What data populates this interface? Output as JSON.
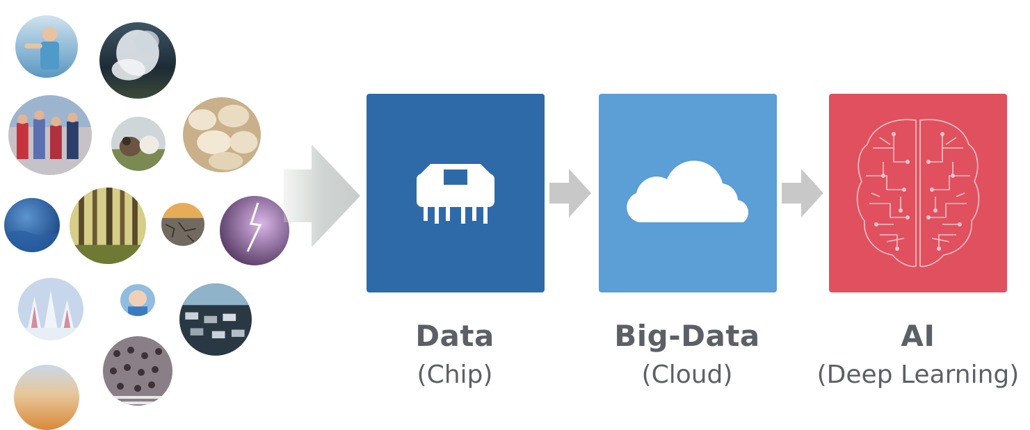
{
  "photos": [
    {
      "name": "fitness-woman-photo",
      "c1": "#b9d4e6",
      "c2": "#5b97c2"
    },
    {
      "name": "geyser-steam-photo",
      "c1": "#d9dee3",
      "c2": "#2d3a45"
    },
    {
      "name": "running-children-photo",
      "c1": "#c9b4b0",
      "c2": "#b0303d"
    },
    {
      "name": "cows-photo",
      "c1": "#d8d2c4",
      "c2": "#6a5a44"
    },
    {
      "name": "sheep-flock-photo",
      "c1": "#ecdcc2",
      "c2": "#b69a72"
    },
    {
      "name": "ocean-wave-photo",
      "c1": "#4f86c4",
      "c2": "#0f3a78"
    },
    {
      "name": "forest-photo",
      "c1": "#c8c07a",
      "c2": "#4f5a2a"
    },
    {
      "name": "cracked-earth-photo",
      "c1": "#e0b065",
      "c2": "#5f5a52"
    },
    {
      "name": "lightning-storm-photo",
      "c1": "#c9a8d8",
      "c2": "#4a2a5a"
    },
    {
      "name": "snowy-trees-photo",
      "c1": "#dbe6f2",
      "c2": "#9eb3cf"
    },
    {
      "name": "baby-photo",
      "c1": "#f0d4c0",
      "c2": "#6fa0c8"
    },
    {
      "name": "traffic-jam-photo",
      "c1": "#8fb3c8",
      "c2": "#22303a"
    },
    {
      "name": "crowd-crosswalk-photo",
      "c1": "#b8b3b8",
      "c2": "#4c4048"
    },
    {
      "name": "desert-dunes-photo",
      "c1": "#c9d8e8",
      "c2": "#d9893a"
    }
  ],
  "stages": {
    "data": {
      "title": "Data",
      "sub": "(Chip)",
      "color": "#2f6aa8",
      "icon": "chip-icon"
    },
    "bigdata": {
      "title": "Big-Data",
      "sub": "(Cloud)",
      "color": "#5c9ed6",
      "icon": "cloud-icon"
    },
    "ai": {
      "title": "AI",
      "sub": "(Deep Learning)",
      "color": "#e1505e",
      "icon": "brain-circuit-icon"
    }
  },
  "arrow_color": "#c8c8c8"
}
